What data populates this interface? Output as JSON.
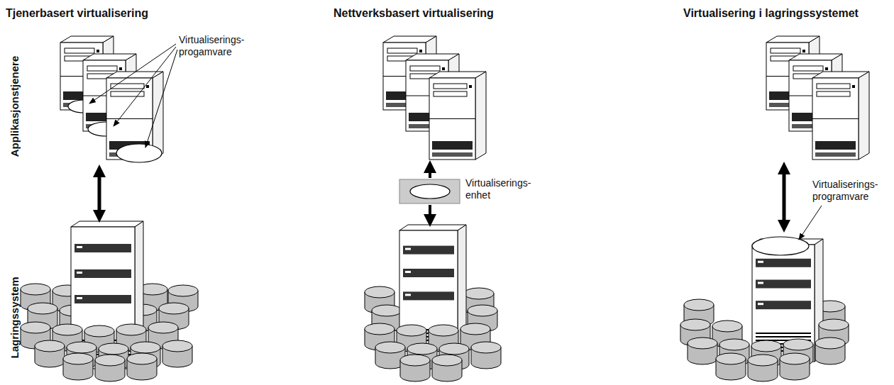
{
  "diagram": {
    "labels": [
      "Tjenerbasert virtualisering",
      "Nettverksbasert virtualisering",
      "Virtualisering i lagringssystemet",
      "Applikasjonstjenere",
      "Lagringssystem",
      "Virtualiserings- progamvare",
      "Virtualiserings- enhet",
      "Virtualiserings- programvare"
    ]
  }
}
